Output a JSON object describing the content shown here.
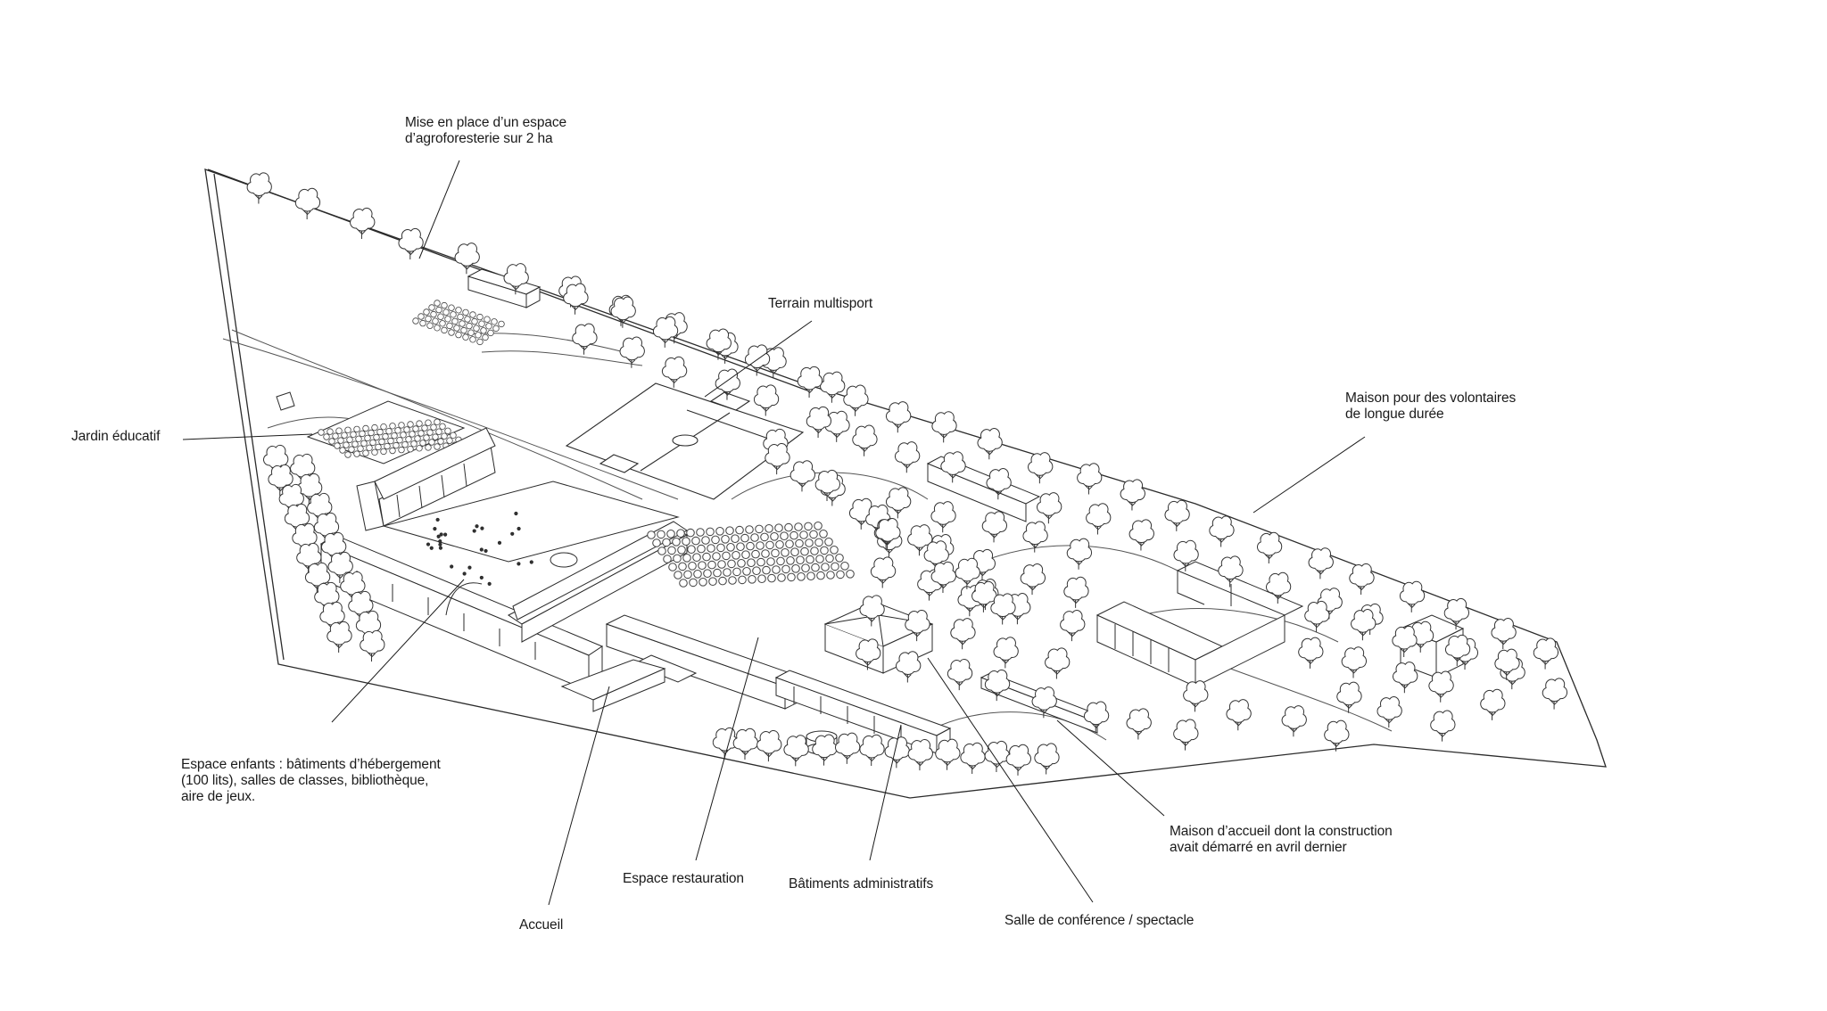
{
  "diagram": {
    "labels": {
      "agroforesterie": [
        "Mise en place d’un espace",
        "d’agroforesterie sur 2 ha"
      ],
      "terrain": [
        "Terrain multisport"
      ],
      "volontaires": [
        "Maison pour des volontaires",
        "de longue durée"
      ],
      "jardin": [
        "Jardin éducatif"
      ],
      "enfants": [
        "Espace enfants : bâtiments d’hébergement",
        "(100 lits), salles de classes, bibliothèque,",
        "aire de jeux."
      ],
      "accueil_maison": [
        "Maison d’accueil dont la construction",
        "avait démarré en avril dernier"
      ],
      "restauration": [
        "Espace restauration"
      ],
      "administratifs": [
        "Bâtiments administratifs"
      ],
      "accueil": [
        "Accueil"
      ],
      "conference": [
        "Salle de conférence / spectacle"
      ]
    },
    "colors": {
      "line": "#2b2b2b",
      "paper": "#ffffff"
    }
  }
}
